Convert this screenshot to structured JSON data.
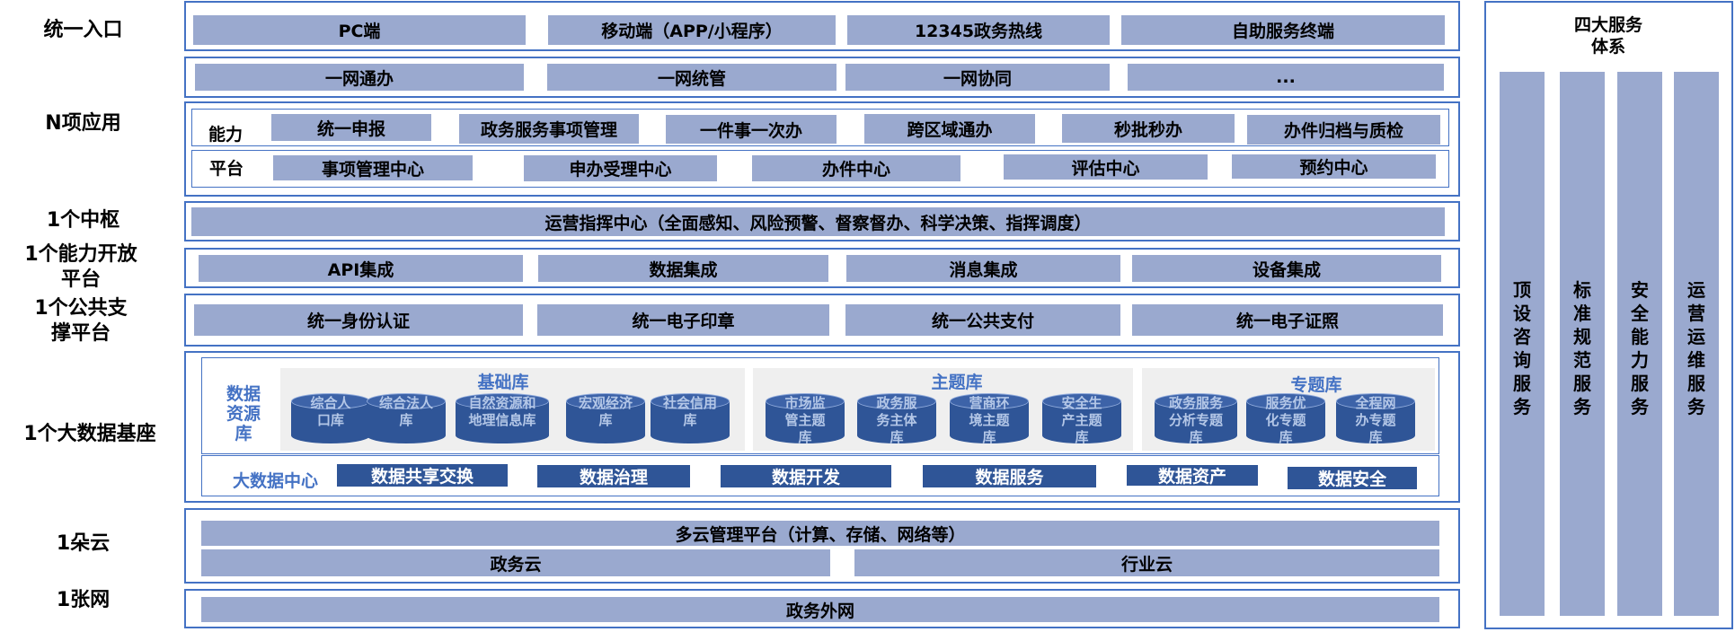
{
  "layers": {
    "entry": "统一入口",
    "apps": "N项应用",
    "hub": "1个中枢",
    "open_platform": "1个能力开放平台",
    "public_support": "1个公共支撑平台",
    "big_data": "1个大数据基座",
    "cloud": "1朵云",
    "network": "1张网"
  },
  "entry_items": [
    "PC端",
    "移动端（APP/小程序）",
    "12345政务热线",
    "自助服务终端"
  ],
  "one_net_items": [
    "一网通办",
    "一网统管",
    "一网协同",
    "..."
  ],
  "capability": {
    "label": "能力",
    "items": [
      "统一申报",
      "政务服务事项管理",
      "一件事一次办",
      "跨区域通办",
      "秒批秒办",
      "办件归档与质检"
    ]
  },
  "platform": {
    "label": "平台",
    "items": [
      "事项管理中心",
      "申办受理中心",
      "办件中心",
      "评估中心",
      "预约中心"
    ]
  },
  "hub_item": "运营指挥中心（全面感知、风险预警、督察督办、科学决策、指挥调度）",
  "open_items": [
    "API集成",
    "数据集成",
    "消息集成",
    "设备集成"
  ],
  "support_items": [
    "统一身份认证",
    "统一电子印章",
    "统一公共支付",
    "统一电子证照"
  ],
  "data_resource": {
    "label": "数据资源库",
    "groups": [
      {
        "title": "基础库",
        "items": [
          "综合人口库",
          "综合法人库",
          "自然资源和地理信息库",
          "宏观经济库",
          "社会信用库"
        ]
      },
      {
        "title": "主题库",
        "items": [
          "市场监管主题库",
          "政务服务主体库",
          "营商环境主题库",
          "安全生产主题库"
        ]
      },
      {
        "title": "专题库",
        "items": [
          "政务服务分析专题库",
          "服务优化专题库",
          "全程网办专题库"
        ]
      }
    ]
  },
  "big_data_center": {
    "label": "大数据中心",
    "items": [
      "数据共享交换",
      "数据治理",
      "数据开发",
      "数据服务",
      "数据资产",
      "数据安全"
    ]
  },
  "cloud": {
    "mgmt": "多云管理平台（计算、存储、网络等）",
    "items": [
      "政务云",
      "行业云"
    ]
  },
  "network_item": "政务外网",
  "service_system": {
    "title": "四大服务体系",
    "items": [
      "顶设咨询服务",
      "标准规范服务",
      "安全能力服务",
      "运营运维服务"
    ]
  }
}
